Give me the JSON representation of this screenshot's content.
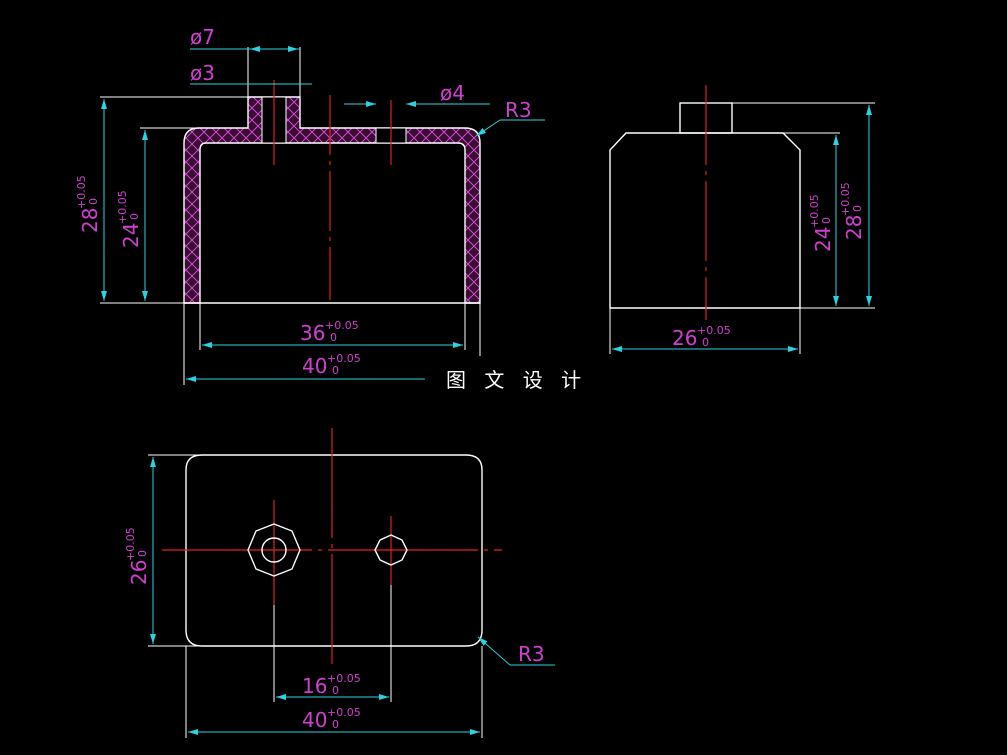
{
  "views": {
    "front": {
      "dia7": "ø7",
      "dia3": "ø3",
      "dia4": "ø4",
      "radius": "R3",
      "h28": {
        "nominal": "28",
        "upper": "+0.05",
        "lower": "0"
      },
      "h24": {
        "nominal": "24",
        "upper": "+0.05",
        "lower": "0"
      },
      "w36": {
        "nominal": "36",
        "upper": "+0.05",
        "lower": "0"
      },
      "w40": {
        "nominal": "40",
        "upper": "+0.05",
        "lower": "0"
      }
    },
    "side": {
      "h24": {
        "nominal": "24",
        "upper": "+0.05",
        "lower": "0"
      },
      "h28": {
        "nominal": "28",
        "upper": "+0.05",
        "lower": "0"
      },
      "w26": {
        "nominal": "26",
        "upper": "+0.05",
        "lower": "0"
      }
    },
    "top": {
      "h26": {
        "nominal": "26",
        "upper": "+0.05",
        "lower": "0"
      },
      "radius": "R3",
      "w16": {
        "nominal": "16",
        "upper": "+0.05",
        "lower": "0"
      },
      "w40": {
        "nominal": "40",
        "upper": "+0.05",
        "lower": "0"
      }
    }
  },
  "watermark": "图 文 设 计",
  "colors": {
    "background": "#000000",
    "outline": "#ffffff",
    "centerline": "#e02020",
    "dimension": "#29d3e0",
    "text": "#d040d0",
    "hatch": "#e050e0"
  }
}
